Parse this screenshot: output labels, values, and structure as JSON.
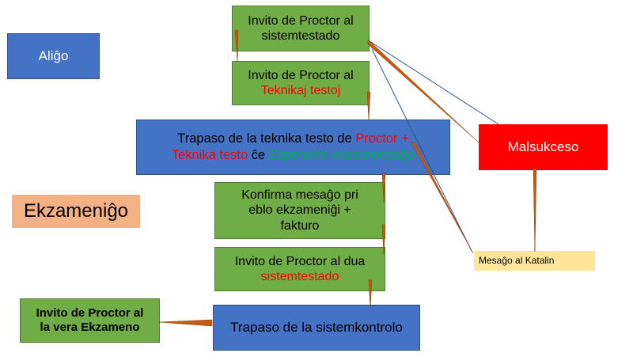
{
  "labels": {
    "aligo": "Aliĝo",
    "ekzamenigo": "Ekzameniĝo"
  },
  "steps": {
    "s1": {
      "line1": "Invito de Proctor al",
      "line2": "sistemtestado"
    },
    "s2": {
      "line1": "Invito de Proctor al",
      "line2": "Teknikaj testoj"
    },
    "s3": {
      "part1": "Trapaso de la teknika testo de ",
      "part2": "Proctor +",
      "part3": "Teknika testo",
      "part4": " ĉe ",
      "part5": "Esperanto-ekzamenpaĝo"
    },
    "s4": {
      "line1": "Konfirma mesaĝo pri",
      "line2": "eblo ekzameniĝi +",
      "line3": "fakturo"
    },
    "s5": {
      "line1": "Invito de Proctor al dua",
      "line2": "sistemtestado"
    },
    "s6": {
      "text": "Trapaso de la sistemkontrolo"
    },
    "s7": {
      "line1": "Invito de Proctor al",
      "line2": "la vera Ekzameno"
    }
  },
  "failure": {
    "text": "Malsukceso"
  },
  "message": {
    "text": "Mesaĝo al Katalin"
  },
  "colors": {
    "green": "#70ad47",
    "blue": "#4472c4",
    "red": "#ff0000",
    "yellow": "#ffe699",
    "orange": "#f4b183",
    "connector": "#c55a11",
    "line": "#2f528f"
  }
}
